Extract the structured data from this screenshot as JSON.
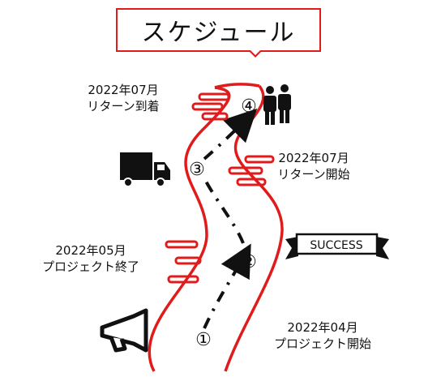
{
  "title": "スケジュール",
  "milestones": [
    {
      "marker": "①",
      "date": "2022年04月",
      "event": "プロジェクト開始"
    },
    {
      "marker": "②",
      "date": "2022年05月",
      "event": "プロジェクト終了"
    },
    {
      "marker": "③",
      "date": "2022年07月",
      "event": "リターン開始"
    },
    {
      "marker": "④",
      "date": "2022年07月",
      "event": "リターン到着"
    }
  ],
  "banner": {
    "text": "SUCCESS"
  },
  "icons": [
    "megaphone-icon",
    "truck-icon",
    "people-icon",
    "success-banner-icon"
  ],
  "colors": {
    "road": "#e11b1b",
    "path": "#111111"
  }
}
